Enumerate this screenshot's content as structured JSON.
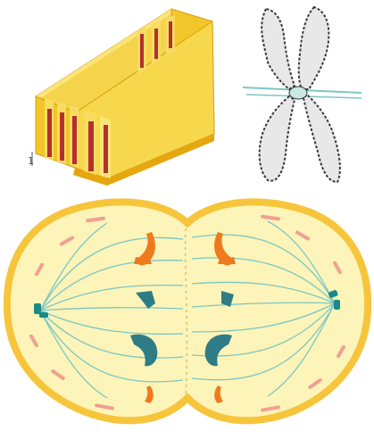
{
  "figure": {
    "panels": [
      {
        "id": "folded-sheet",
        "description": ""
      },
      {
        "id": "chromosome",
        "description": ""
      },
      {
        "id": "dividing-cell",
        "description": ""
      }
    ],
    "labels": {
      "scale_marker": "1"
    },
    "colors": {
      "background": "#ffffff",
      "yellow_sheet": "#f2c62a",
      "yellow_sheet_light": "#fbe47a",
      "orange_edge": "#e6a60f",
      "red_bands": "#b3312d",
      "chromosome_dark": "#3a3a3a",
      "chromosome_light": "#e8e8e8",
      "spindle_teal": "#7cc6c4",
      "cell_fill": "#fcf4b8",
      "cell_rim": "#f6c53b",
      "orange_chromosome": "#ee7a1e",
      "teal_chromosome": "#2f7c86",
      "pink_granule": "#f0a091"
    }
  }
}
